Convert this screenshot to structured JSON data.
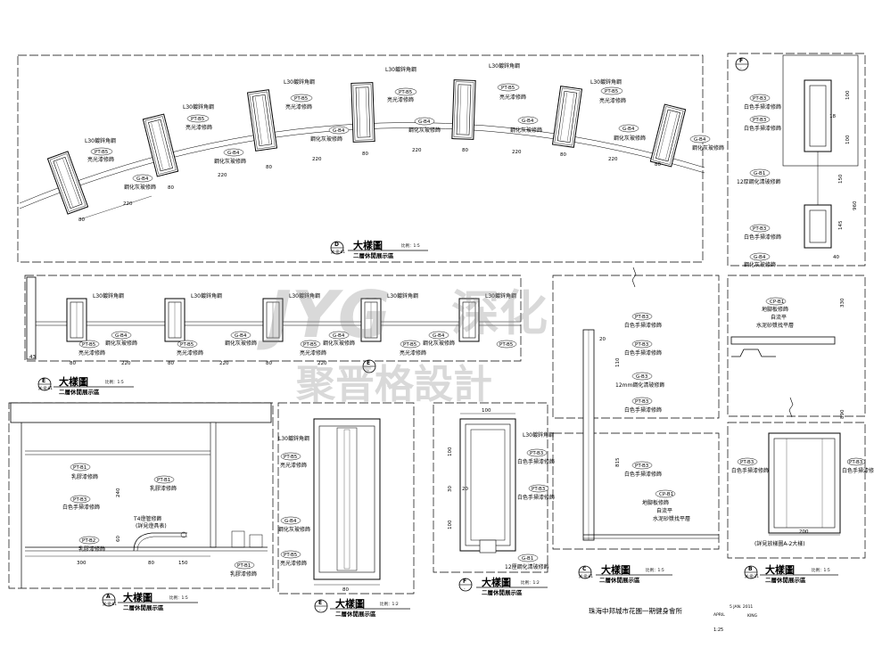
{
  "sheet": {
    "project": "珠海中邦城市花園一期健身會所",
    "date": "5 JAN. 2011",
    "designer": "APRIL",
    "checker": "KING",
    "scale": "1:25"
  },
  "watermark": {
    "brand": "JYG",
    "cn_top": "深化",
    "cn_bottom": "聚晋格設計"
  },
  "labels": {
    "l30": "L30鍍鋅角鋼",
    "pt_b5": "PT-B5",
    "pt_b3": "PT-B3",
    "pt_b2": "PT-B2",
    "pt_b1": "PT-B1",
    "g_b4": "G-B4",
    "g_b3": "G-B3",
    "g_b1": "G-B1",
    "cp_b1": "CP-B1",
    "bright": "亮光漆修飾",
    "steel_grey": "鋼化灰玻修飾",
    "white_hand": "白色手掃漆修飾",
    "latex": "乳膠漆修飾",
    "glass12": "12mm鋼化清玻修飾",
    "glass12b": "12厘鋼化清玻修飾",
    "glass12c": "12厚鋼化清玻修飾",
    "t4": "T4燈管修飾",
    "t4b": "(詳見燈具表)",
    "floor": "地腳板修飾",
    "self_level": "自流平",
    "cement": "水泥砂漿找平層",
    "see_a": "(詳見放樣圖A-2大樣)"
  },
  "dims": {
    "d80": "80",
    "d220": "220",
    "d43": "43",
    "d300": "300",
    "d150": "150",
    "d100": "100",
    "d240": "240",
    "d60": "60",
    "d30": "30",
    "d20": "20",
    "d110": "110",
    "d815": "815",
    "d200": "200",
    "d40": "40",
    "d145": "145",
    "d960": "960",
    "d330": "330",
    "d890": "890",
    "d18": "18"
  },
  "details": {
    "D": {
      "mark": "D",
      "sheet_ref": "詳-密-01",
      "title": "大樣圖",
      "subtitle": "二層休閒展示區",
      "scale": "比例：1:5"
    },
    "E1": {
      "mark": "E",
      "sheet_ref": "詳-密-01",
      "title": "大樣圖",
      "subtitle": "二層休閒展示區",
      "scale": "比例：1:5"
    },
    "A": {
      "mark": "A",
      "sheet_ref": "詳-密-01",
      "title": "大樣圖",
      "subtitle": "二層休閒展示區",
      "scale": "比例：1:5"
    },
    "E2": {
      "mark": "E",
      "sheet_ref": "-",
      "title": "大樣圖",
      "subtitle": "二層休閒展示區",
      "scale": "比例：1:2"
    },
    "F": {
      "mark": "F",
      "sheet_ref": "-",
      "title": "大樣圖",
      "subtitle": "二層休閒展示區",
      "scale": "比例：1:2"
    },
    "C": {
      "mark": "C",
      "sheet_ref": "詳-密-01",
      "title": "大樣圖",
      "subtitle": "二層休閒展示區",
      "scale": "比例：1:5"
    },
    "B": {
      "mark": "B",
      "sheet_ref": "詳-密-11",
      "title": "大樣圖",
      "subtitle": "二層休閒展示區",
      "scale": "比例：1:5"
    },
    "Ftop": {
      "mark": "F",
      "sheet_ref": "-"
    },
    "Ecut": {
      "mark": "E",
      "sheet_ref": "-"
    }
  }
}
